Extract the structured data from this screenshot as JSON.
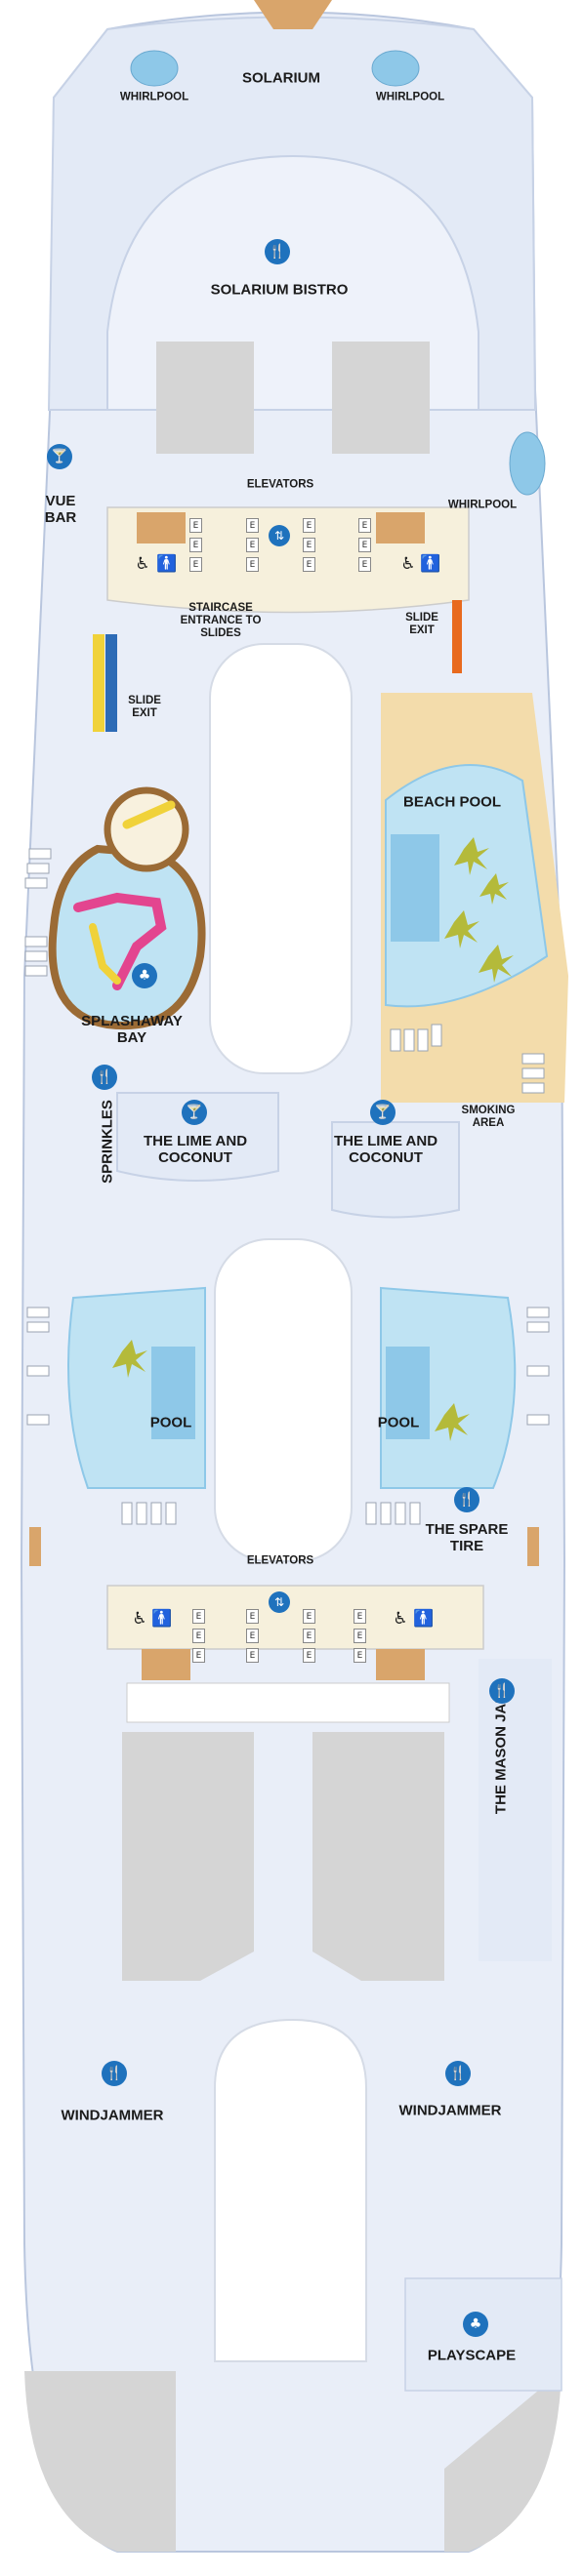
{
  "labels": {
    "solarium": "SOLARIUM",
    "whirlpool_left": "WHIRLPOOL",
    "whirlpool_right": "WHIRLPOOL",
    "solarium_bistro": "SOLARIUM BISTRO",
    "vue_bar": "VUE\nBAR",
    "elevators_fwd": "ELEVATORS",
    "whirlpool_side": "WHIRLPOOL",
    "staircase_entrance": "STAIRCASE\nENTRANCE TO\nSLIDES",
    "slide_exit_right": "SLIDE\nEXIT",
    "slide_exit_left": "SLIDE\nEXIT",
    "beach_pool": "BEACH POOL",
    "splashaway_bay": "SPLASHAWAY\nBAY",
    "sprinkles": "SPRINKLES",
    "lime_coconut_left": "THE LIME AND\nCOCONUT",
    "lime_coconut_right": "THE LIME AND\nCOCONUT",
    "smoking_area": "SMOKING\nAREA",
    "pool_left": "POOL",
    "pool_right": "POOL",
    "spare_tire": "THE SPARE\nTIRE",
    "elevators_aft": "ELEVATORS",
    "mason_jar": "THE MASON JAR",
    "windjammer_left": "WINDJAMMER",
    "windjammer_right": "WINDJAMMER",
    "playscape": "PLAYSCAPE"
  },
  "icons": {
    "dining": "dining-icon",
    "bar": "cocktail-bar-icon",
    "elevator": "elevator-icon",
    "restroom": "restroom-icon",
    "accessible": "wheelchair-icon",
    "kids": "kids-play-icon"
  },
  "colors": {
    "deck": "#e9eef8",
    "open_area": "#ffffff",
    "pool_water": "#bfe3f3",
    "pool_deep": "#8ec8e8",
    "sand": "#f3dcab",
    "indoor_grey": "#d5d5d5",
    "wood": "#d9a56b",
    "icon_blue": "#1f72bd",
    "splash_brown": "#9b6b35",
    "splash_pink": "#e3458f",
    "slide_yellow": "#f0d23a",
    "slide_orange": "#e86a1e",
    "umbrella_green": "#b4ba3a"
  }
}
